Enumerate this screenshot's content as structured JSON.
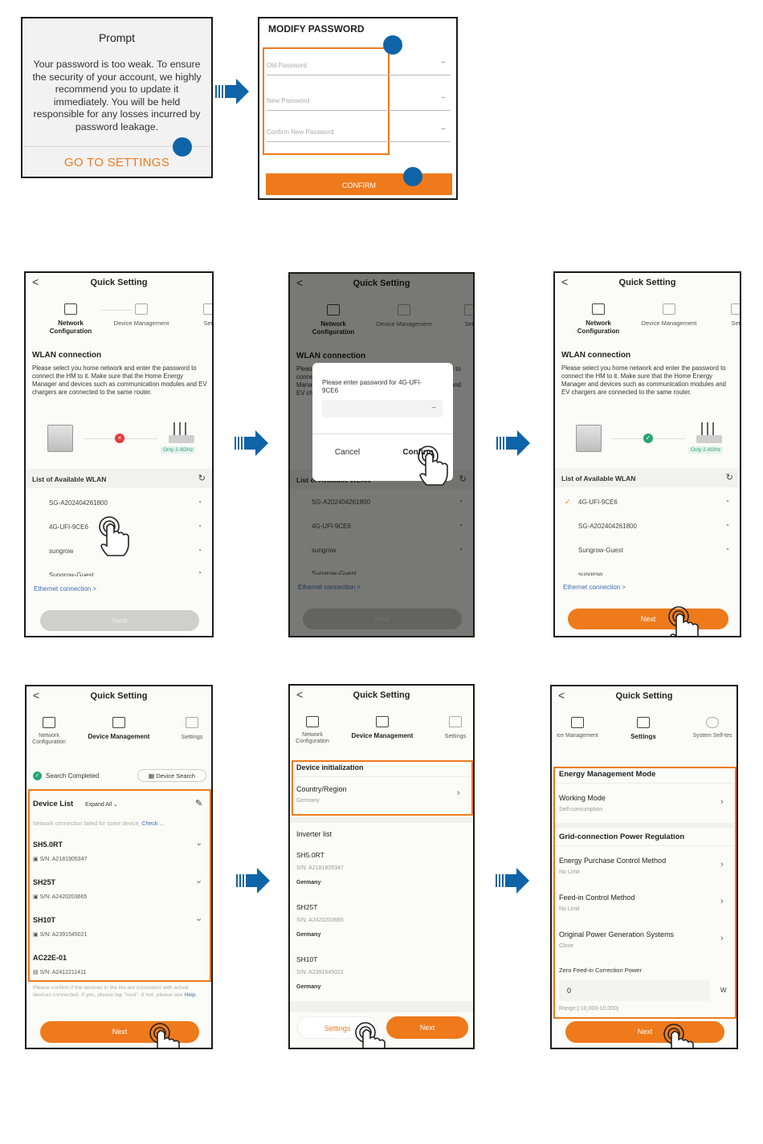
{
  "prompt": {
    "title": "Prompt",
    "message": "Your password is too weak. To ensure the security of your account, we highly recommend you to update it immediately. You will be held responsible for any losses incurred by password leakage.",
    "button": "GO TO SETTINGS"
  },
  "modify": {
    "title": "MODIFY PASSWORD",
    "fields": [
      "Old Password",
      "New Password",
      "Confirm New Password"
    ],
    "confirm": "CONFIRM"
  },
  "common": {
    "quick_setting": "Quick Setting",
    "back": "<",
    "next": "Next",
    "step_network": "Network Configuration",
    "step_device": "Device Management",
    "step_settings": "Settings",
    "step_settings_cut": "Setti",
    "step_device_cut": "ice Management",
    "step_selftest": "System Self-tes"
  },
  "wlan": {
    "title": "WLAN connection",
    "desc": "Please select you home network and enter the password to connect the HM to it. Make sure that the Home Energy Manager and devices such as communication modules and EV chargers are connected to the same router.",
    "band": "Only 2.4GHz",
    "list_title": "List of Available WLAN",
    "networks_a": [
      "SG-A202404261800",
      "4G-UFI-9CE6",
      "sungrow",
      "Sungrow-Guest"
    ],
    "networks_c": [
      "4G-UFI-9CE6",
      "SG-A202404261800",
      "Sungrow-Guest",
      "sungrow"
    ],
    "ethernet": "Ethernet connection",
    "chevron": ">"
  },
  "dialog": {
    "message": "Please enter password for 4G-UFI-9CE6",
    "cancel": "Cancel",
    "confirm": "Confirm"
  },
  "device_list": {
    "search_done": "Search Completed",
    "device_search": "Device Search",
    "title": "Device List",
    "expand": "Expand All",
    "warning_a": "Network connection failed for some device,",
    "warning_b": "Check ...",
    "devices": [
      {
        "model": "SH5.0RT",
        "sn": "S/N: A2181905347"
      },
      {
        "model": "SH25T",
        "sn": "S/N: A2420203665"
      },
      {
        "model": "SH10T",
        "sn": "S/N: A2391545021"
      },
      {
        "model": "AC22E-01",
        "sn": "S/N: A2412211411"
      }
    ],
    "confirm_note_a": "Please confirm if the devices in the list are consistent with actual devices connected. If yes, please tap \"next\". If not, please see",
    "help": "Help."
  },
  "device_init": {
    "title": "Device initialization",
    "country_label": "Country/Region",
    "country": "Germany",
    "inverter_list": "Inverter list",
    "inverters": [
      {
        "model": "SH5.0RT",
        "sn": "S/N: A2181905347",
        "country": "Germany"
      },
      {
        "model": "SH25T",
        "sn": "S/N: A2420203665",
        "country": "Germany"
      },
      {
        "model": "SH10T",
        "sn": "S/N: A2391545021",
        "country": "Germany"
      }
    ],
    "settings_btn": "Settings"
  },
  "energy": {
    "mode_title": "Energy Management Mode",
    "working_mode": "Working Mode",
    "working_value": "Self-consumption",
    "grid_title": "Grid-connection Power Regulation",
    "purchase": "Energy Purchase Control Method",
    "purchase_value": "No Limit",
    "feedin": "Feed-in Control Method",
    "feedin_value": "No Limit",
    "original": "Original Power Generation Systems",
    "original_value": "Close",
    "zero_label": "Zero Feed-in Correction Power",
    "zero_value": "0",
    "unit": "W",
    "range": "Range:[-10,000-10,000]"
  },
  "colors": {
    "accent": "#ee7a1c",
    "arrow": "#0f64a8",
    "success": "#2aa37a",
    "error": "#e23d3d"
  }
}
